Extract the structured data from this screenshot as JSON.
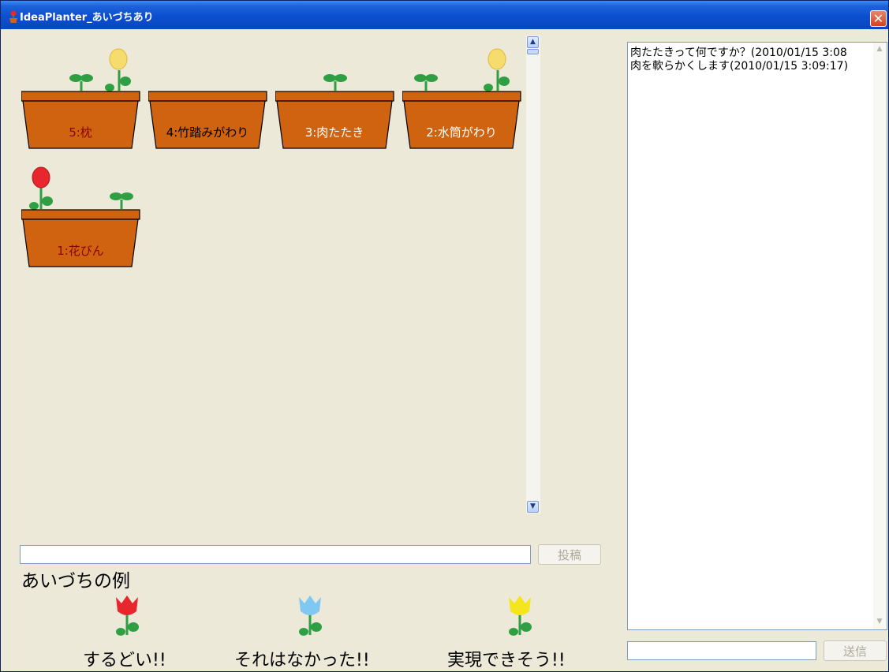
{
  "window": {
    "title": "IdeaPlanter_あいづちあり",
    "close_symbol": "✕"
  },
  "garden": {
    "pots": [
      {
        "label": "5:枕",
        "label_color": "#8b0000"
      },
      {
        "label": "4:竹踏みがわり",
        "label_color": "#000000"
      },
      {
        "label": "3:肉たたき",
        "label_color": "#ffffff"
      },
      {
        "label": "2:水筒がわり",
        "label_color": "#ffffff"
      },
      {
        "label": "1:花びん",
        "label_color": "#8b0000"
      }
    ],
    "scroll_up": "▲",
    "scroll_down": "▼"
  },
  "post": {
    "input_value": "",
    "button_label": "投稿"
  },
  "examples": {
    "title": "あいづちの例",
    "items": [
      {
        "label": "するどい!!",
        "flower_color": "#e8262d",
        "icon": "red-tulip-icon"
      },
      {
        "label": "それはなかった!!",
        "flower_color": "#7ec8f2",
        "icon": "blue-tulip-icon"
      },
      {
        "label": "実現できそう!!",
        "flower_color": "#f5e51c",
        "icon": "yellow-tulip-icon"
      }
    ]
  },
  "chat": {
    "messages": [
      "肉たたきって何ですか？(2010/01/15 3:08",
      "肉を軟らかくします(2010/01/15 3:09:17)"
    ],
    "input_value": "",
    "send_label": "送信"
  },
  "colors": {
    "pot": "#cf6310",
    "leaf": "#2ea043",
    "tulip_yellow": "#f6dc6c",
    "tulip_red": "#e8262d"
  }
}
